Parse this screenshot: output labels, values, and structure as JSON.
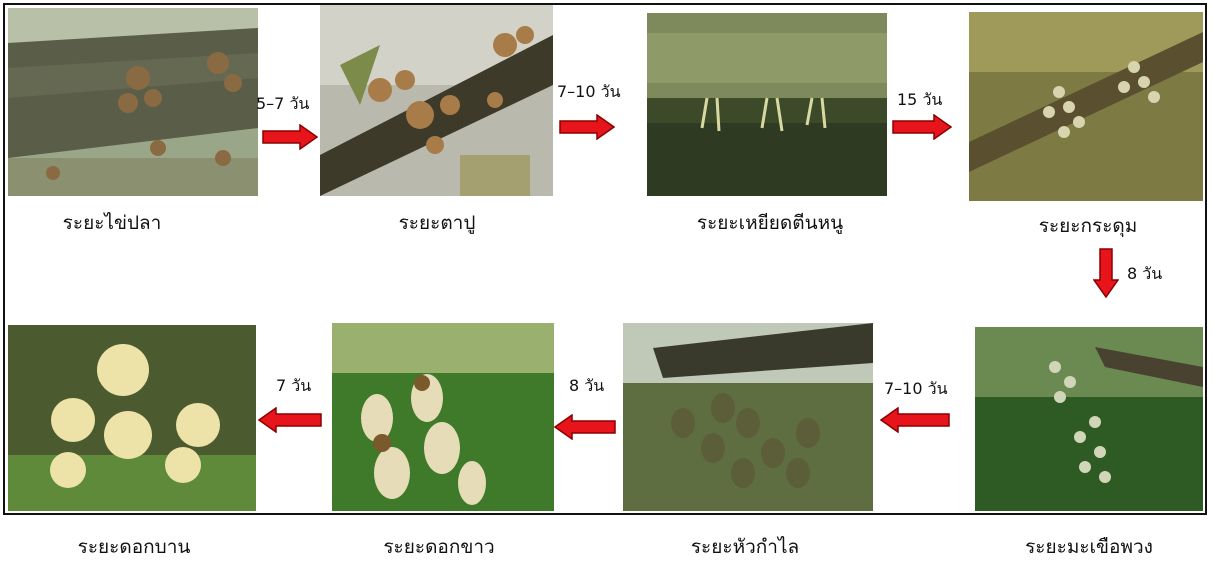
{
  "stages": [
    {
      "label": "ระยะไข่ปลา"
    },
    {
      "label": "ระยะตาปู"
    },
    {
      "label": "ระยะเหยียดตีนหนู"
    },
    {
      "label": "ระยะกระดุม"
    },
    {
      "label": "ระยะมะเขือพวง"
    },
    {
      "label": "ระยะหัวกำไล"
    },
    {
      "label": "ระยะดอกขาว"
    },
    {
      "label": "ระยะดอกบาน"
    }
  ],
  "transitions": [
    {
      "duration": "5–7 วัน",
      "direction": "right"
    },
    {
      "duration": "7–10 วัน",
      "direction": "right"
    },
    {
      "duration": "15 วัน",
      "direction": "right"
    },
    {
      "duration": "8 วัน",
      "direction": "down"
    },
    {
      "duration": "7–10 วัน",
      "direction": "left"
    },
    {
      "duration": "8 วัน",
      "direction": "left"
    },
    {
      "duration": "7 วัน",
      "direction": "left"
    }
  ],
  "colors": {
    "arrow_fill": "#e8141b",
    "arrow_stroke": "#8a0000",
    "border": "#111111"
  }
}
